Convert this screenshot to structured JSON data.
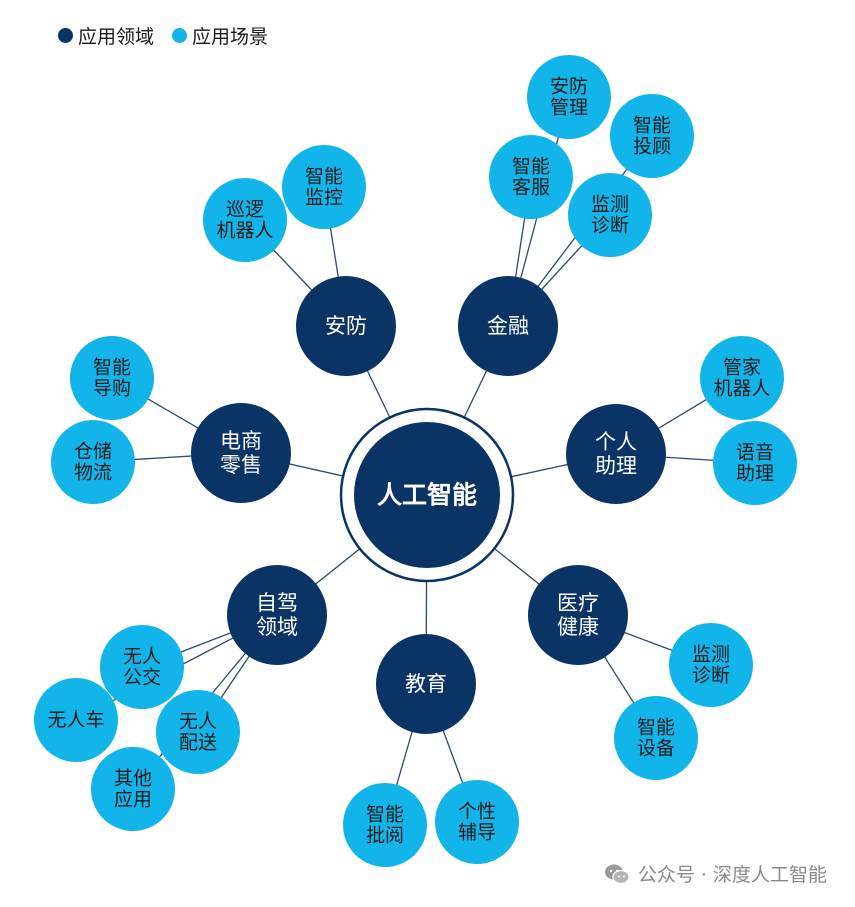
{
  "legend": {
    "domain_label": "应用领域",
    "scene_label": "应用场景",
    "domain_color": "#0b3466",
    "scene_color": "#12b5ea"
  },
  "center": {
    "label": "人工智能"
  },
  "domains": [
    {
      "id": "security",
      "lines": [
        "安防"
      ],
      "scenes": [
        {
          "lines": [
            "巡逻",
            "机器人"
          ]
        },
        {
          "lines": [
            "智能",
            "监控"
          ]
        }
      ]
    },
    {
      "id": "finance",
      "lines": [
        "金融"
      ],
      "scenes": [
        {
          "lines": [
            "安防",
            "管理"
          ]
        },
        {
          "lines": [
            "智能",
            "投顾"
          ]
        },
        {
          "lines": [
            "智能",
            "客服"
          ]
        },
        {
          "lines": [
            "监测",
            "诊断"
          ]
        }
      ]
    },
    {
      "id": "assistant",
      "lines": [
        "个人",
        "助理"
      ],
      "scenes": [
        {
          "lines": [
            "管家",
            "机器人"
          ]
        },
        {
          "lines": [
            "语音",
            "助理"
          ]
        }
      ]
    },
    {
      "id": "health",
      "lines": [
        "医疗",
        "健康"
      ],
      "scenes": [
        {
          "lines": [
            "监测",
            "诊断"
          ]
        },
        {
          "lines": [
            "智能",
            "设备"
          ]
        }
      ]
    },
    {
      "id": "education",
      "lines": [
        "教育"
      ],
      "scenes": [
        {
          "lines": [
            "智能",
            "批阅"
          ]
        },
        {
          "lines": [
            "个性",
            "辅导"
          ]
        }
      ]
    },
    {
      "id": "driving",
      "lines": [
        "自驾",
        "领域"
      ],
      "scenes": [
        {
          "lines": [
            "无人",
            "公交"
          ]
        },
        {
          "lines": [
            "无人",
            "配送"
          ]
        },
        {
          "lines": [
            "无人车"
          ]
        },
        {
          "lines": [
            "其他",
            "应用"
          ]
        }
      ]
    },
    {
      "id": "ecommerce",
      "lines": [
        "电商",
        "零售"
      ],
      "scenes": [
        {
          "lines": [
            "智能",
            "导购"
          ]
        },
        {
          "lines": [
            "仓储",
            "物流"
          ]
        }
      ]
    }
  ],
  "watermark": {
    "text": "公众号 · 深度人工智能"
  }
}
